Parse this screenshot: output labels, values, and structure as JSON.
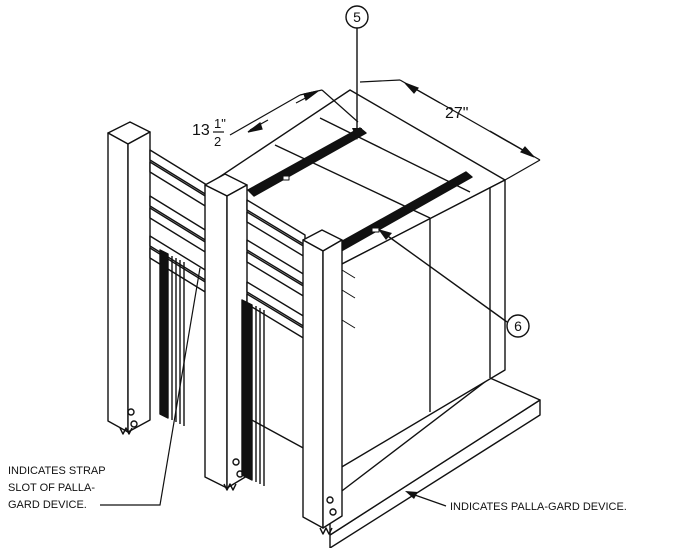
{
  "callouts": {
    "five": "5",
    "six": "6"
  },
  "dimensions": {
    "width": "27\"",
    "strap_spacing_whole": "13",
    "strap_spacing_num": "1\"",
    "strap_spacing_den": "2"
  },
  "labels": {
    "strap_slot_line1": "INDICATES STRAP",
    "strap_slot_line2": "SLOT OF PALLA-",
    "strap_slot_line3": "GARD DEVICE.",
    "palla_gard": "INDICATES PALLA-GARD DEVICE."
  },
  "colors": {
    "ink": "#111111",
    "paper": "#ffffff"
  }
}
